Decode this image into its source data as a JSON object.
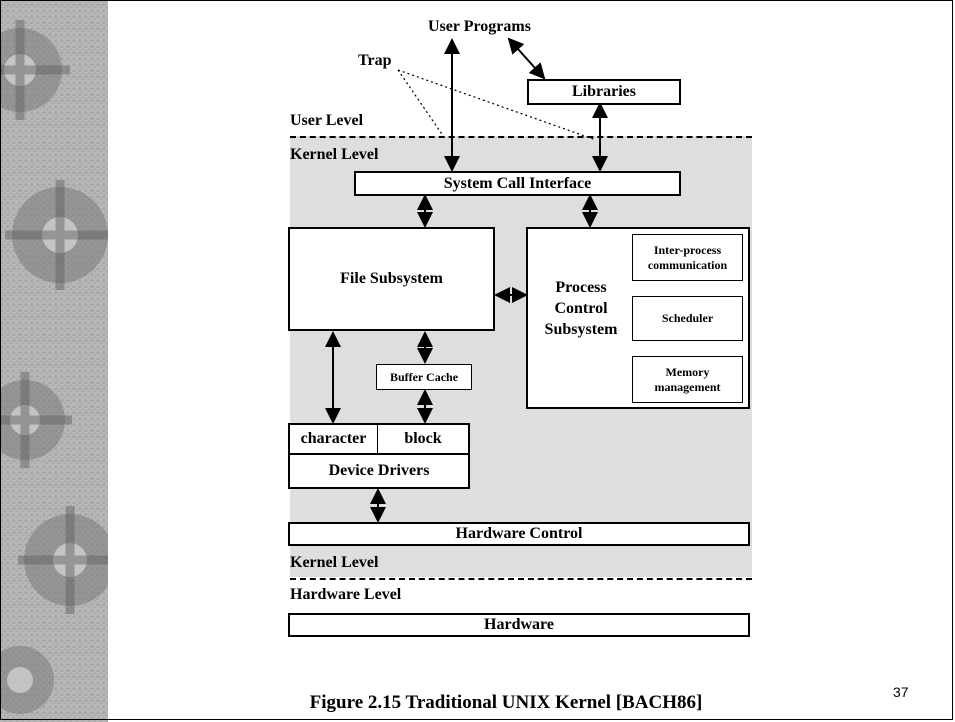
{
  "diagram": {
    "top_label": "User Programs",
    "trap_label": "Trap",
    "libraries": "Libraries",
    "user_level": "User Level",
    "kernel_level_top": "Kernel Level",
    "syscall_interface": "System Call Interface",
    "file_subsystem": "File Subsystem",
    "process_control": [
      "Process",
      "Control",
      "Subsystem"
    ],
    "ipc": [
      "Inter-process",
      "communication"
    ],
    "scheduler": "Scheduler",
    "memory_mgmt": [
      "Memory",
      "management"
    ],
    "buffer_cache": "Buffer Cache",
    "character": "character",
    "block": "block",
    "device_drivers": "Device Drivers",
    "hardware_control": "Hardware Control",
    "kernel_level_bottom": "Kernel Level",
    "hardware_level": "Hardware Level",
    "hardware": "Hardware"
  },
  "caption": "Figure 2.15  Traditional UNIX Kernel [BACH86]",
  "page_number": "37",
  "colors": {
    "kernel_background": "#dedede",
    "line": "#000000",
    "box_fill": "#ffffff"
  }
}
